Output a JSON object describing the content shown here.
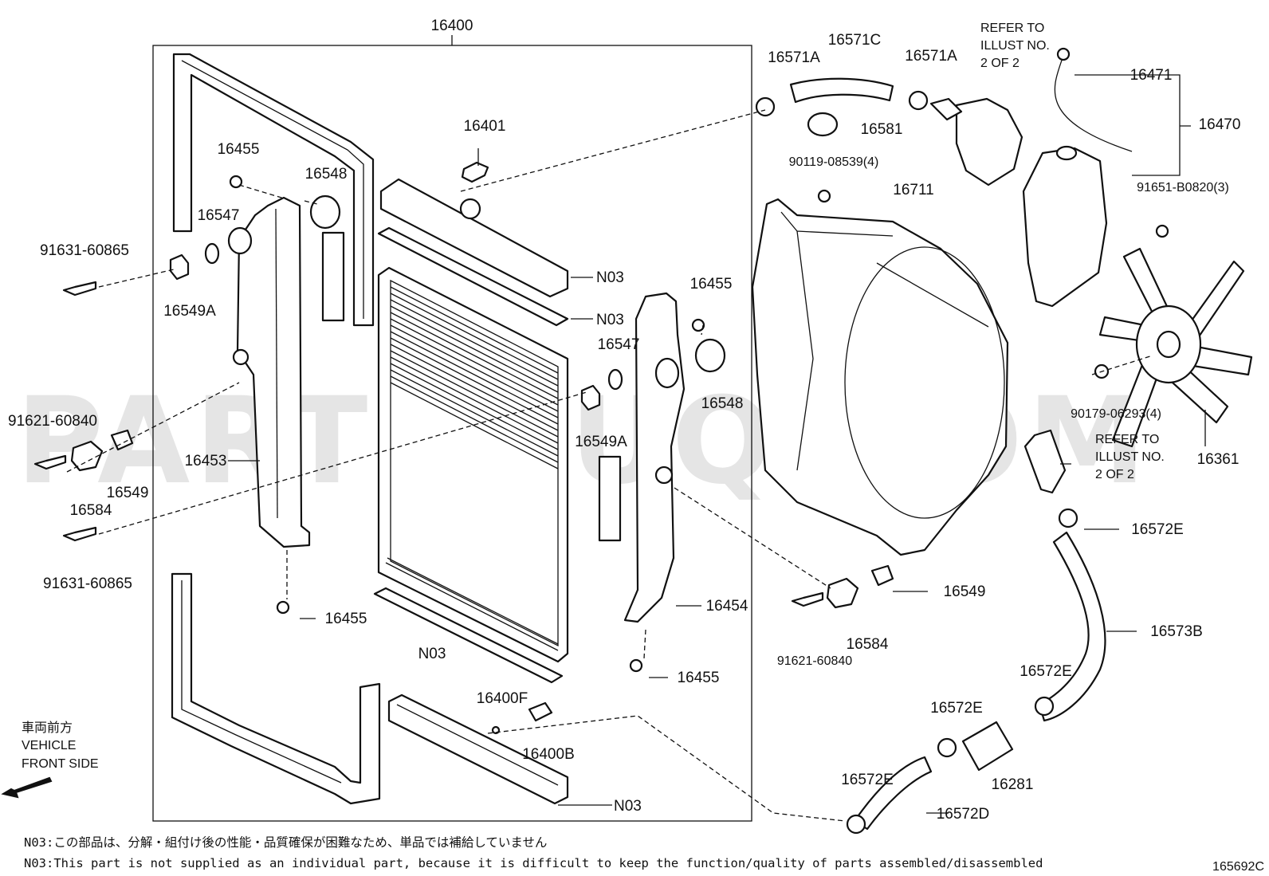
{
  "callouts": [
    {
      "id": "16400",
      "text": "16400"
    },
    {
      "id": "16401",
      "text": "16401"
    },
    {
      "id": "16455a",
      "text": "16455"
    },
    {
      "id": "16548a",
      "text": "16548"
    },
    {
      "id": "16547a",
      "text": "16547"
    },
    {
      "id": "91631-60865a",
      "text": "91631-60865"
    },
    {
      "id": "16549Aa",
      "text": "16549A"
    },
    {
      "id": "N03a",
      "text": "N03"
    },
    {
      "id": "N03b",
      "text": "N03"
    },
    {
      "id": "16455b",
      "text": "16455"
    },
    {
      "id": "16547b",
      "text": "16547"
    },
    {
      "id": "16548b",
      "text": "16548"
    },
    {
      "id": "16549Ab",
      "text": "16549A"
    },
    {
      "id": "91621-60840a",
      "text": "91621-60840"
    },
    {
      "id": "16453",
      "text": "16453"
    },
    {
      "id": "16549a",
      "text": "16549"
    },
    {
      "id": "16584a",
      "text": "16584"
    },
    {
      "id": "91631-60865b",
      "text": "91631-60865"
    },
    {
      "id": "16455c",
      "text": "16455"
    },
    {
      "id": "N03c",
      "text": "N03"
    },
    {
      "id": "16454",
      "text": "16454"
    },
    {
      "id": "16455d",
      "text": "16455"
    },
    {
      "id": "16400F",
      "text": "16400F"
    },
    {
      "id": "16400B",
      "text": "16400B"
    },
    {
      "id": "N03d",
      "text": "N03"
    },
    {
      "id": "16571Aa",
      "text": "16571A"
    },
    {
      "id": "16571C",
      "text": "16571C"
    },
    {
      "id": "16571Ab",
      "text": "16571A"
    },
    {
      "id": "16581",
      "text": "16581"
    },
    {
      "id": "90119-08539",
      "text": "90119-08539(4)"
    },
    {
      "id": "16711",
      "text": "16711"
    },
    {
      "id": "16471",
      "text": "16471"
    },
    {
      "id": "16470",
      "text": "16470"
    },
    {
      "id": "91651-B0820",
      "text": "91651-B0820(3)"
    },
    {
      "id": "90179-06293",
      "text": "90179-06293(4)"
    },
    {
      "id": "16361",
      "text": "16361"
    },
    {
      "id": "16572Ea",
      "text": "16572E"
    },
    {
      "id": "16573B",
      "text": "16573B"
    },
    {
      "id": "16549b",
      "text": "16549"
    },
    {
      "id": "16584b",
      "text": "16584"
    },
    {
      "id": "91621-60840b",
      "text": "91621-60840"
    },
    {
      "id": "16572Eb",
      "text": "16572E"
    },
    {
      "id": "16572Ec",
      "text": "16572E"
    },
    {
      "id": "16281",
      "text": "16281"
    },
    {
      "id": "16572Ed",
      "text": "16572E"
    },
    {
      "id": "16572D",
      "text": "16572D"
    }
  ],
  "refer_to_1": {
    "line1": "REFER TO",
    "line2": "ILLUST NO.",
    "line3": "2 OF 2"
  },
  "refer_to_2": {
    "line1": "REFER TO",
    "line2": "ILLUST NO.",
    "line3": "2 OF 2"
  },
  "vehicle_front": {
    "jp": "車両前方",
    "line1": "VEHICLE",
    "line2": "FRONT SIDE"
  },
  "notes": {
    "jp": "N03:この部品は、分解・組付け後の性能・品質確保が困難なため、単品では補給していません",
    "en": "N03:This part is not supplied as an individual part, because it is difficult to keep the function/quality of parts assembled/disassembled"
  },
  "figure_code": "165692C",
  "watermark": "PARTSOUQ.COM",
  "icons": [
    "vehicle-front-arrow-icon"
  ]
}
